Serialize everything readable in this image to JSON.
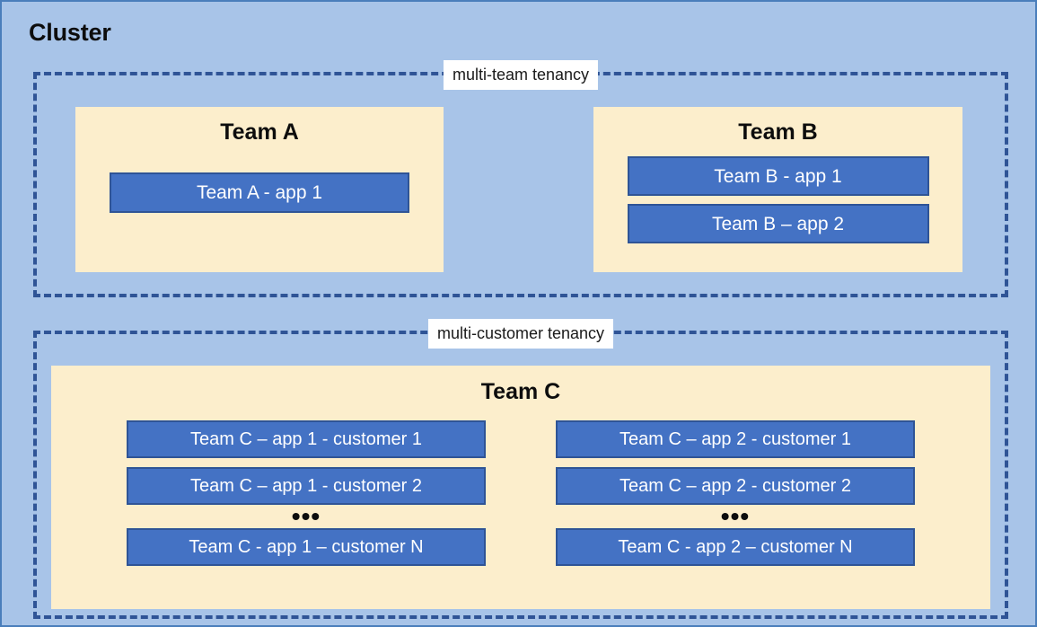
{
  "cluster": {
    "title": "Cluster"
  },
  "groups": [
    {
      "id": "multi-team",
      "label": "multi-team tenancy"
    },
    {
      "id": "multi-customer",
      "label": "multi-customer tenancy"
    }
  ],
  "teams": {
    "a": {
      "title": "Team A",
      "apps": [
        "Team A - app 1"
      ]
    },
    "b": {
      "title": "Team B",
      "apps": [
        "Team B - app 1",
        "Team B – app 2"
      ]
    },
    "c": {
      "title": "Team C",
      "ellipsis": "•••",
      "columns": [
        {
          "apps_top": [
            "Team C – app 1 - customer 1",
            "Team C – app 1 - customer 2"
          ],
          "app_last": "Team C - app 1 – customer N"
        },
        {
          "apps_top": [
            "Team C – app 2 - customer 1",
            "Team C – app 2 - customer 2"
          ],
          "app_last": "Team C - app 2 – customer N"
        }
      ]
    }
  },
  "colors": {
    "canvas_background": "#a8c4e8",
    "canvas_border": "#4a7ebb",
    "team_box_fill": "#fceecc",
    "app_box_fill": "#4472c4",
    "app_box_border": "#2f5496",
    "dashed_border": "#2f5496",
    "label_background": "#ffffff",
    "text_dark": "#0d0d0d",
    "text_light": "#ffffff"
  }
}
